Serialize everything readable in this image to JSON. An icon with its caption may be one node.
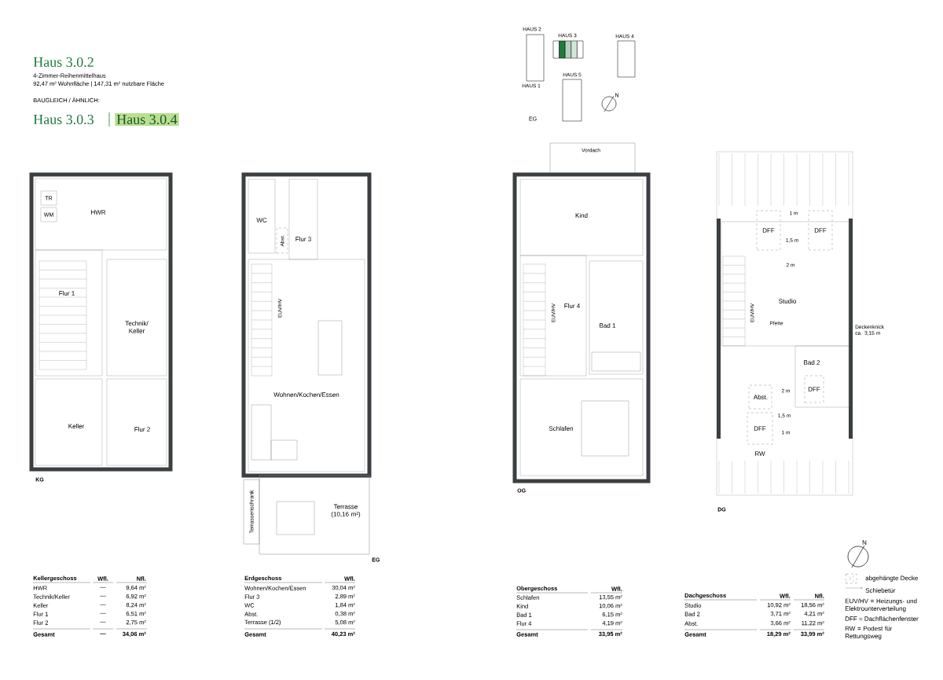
{
  "diagram": {
    "title": "Haus 3.0.2",
    "nodes": [
      {
        "text": [],
        "shape": "box",
        "beside": [
          "KG"
        ]
      },
      {
        "text": [
          "TR"
        ],
        "in": 3
      },
      {
        "text": [
          "WM"
        ],
        "in": 3
      },
      {
        "text": [
          "HWR"
        ],
        "in": 0
      },
      {
        "text": [
          "Flur 1"
        ],
        "in": 0
      },
      {
        "text": [
          "Technik/ Keller"
        ],
        "in": 0
      },
      {
        "text": [
          "Keller"
        ],
        "in": 0
      },
      {
        "text": [
          "Flur 2"
        ],
        "in": 0
      },
      {
        "text": [],
        "shape": "box"
      },
      {
        "text": [
          "WC"
        ],
        "in": 8
      },
      {
        "text": [
          "Abst."
        ],
        "in": 8
      },
      {
        "text": [
          "Flur 3"
        ],
        "in": 8
      },
      {
        "text": [
          "Wohnen/Kochen/Essen"
        ],
        "in": 8
      },
      {
        "text": [
          "Terrasse (10,16 m²)"
        ],
        "beside": [
          "EG"
        ]
      },
      {
        "text": [
          "Terrassenschrank"
        ]
      },
      {
        "text": [
          "Vordach"
        ]
      },
      {
        "text": [],
        "shape": "box",
        "beside": [
          "OG"
        ]
      },
      {
        "text": [
          "Kind"
        ],
        "in": 16
      },
      {
        "text": [
          "Flur 4"
        ],
        "in": 16
      },
      {
        "text": [
          "Bad 1"
        ],
        "in": 16
      },
      {
        "text": [
          "Schlafen"
        ],
        "in": 16
      },
      {
        "text": [],
        "shape": "box",
        "beside": [
          "DG"
        ]
      },
      {
        "text": [
          "DFF"
        ],
        "in": 21
      },
      {
        "text": [
          "DFF"
        ],
        "in": 21
      },
      {
        "text": [
          "Studio"
        ],
        "in": 21
      },
      {
        "text": [
          "Bad 2"
        ],
        "in": 21
      },
      {
        "text": [
          "DFF"
        ],
        "in": 25
      },
      {
        "text": [
          "Abst."
        ],
        "in": 21
      },
      {
        "text": [
          "DFF"
        ],
        "in": 21
      }
    ],
    "labels": [
      "4-Zimmer-Reihenmittelhaus",
      "92,47 m² Wohnfläche | 147,31 m² nutzbare Fläche",
      "BAUGLEICH / ÄHNLICH:",
      "Haus 3.0.3",
      "Haus 3.0.4",
      "HAUS 2",
      "HAUS 3",
      "HAUS 4",
      "HAUS 1",
      "HAUS 5",
      "EG",
      "N",
      "EUV/HV",
      "EUV/HV",
      "EUV/HV",
      "1 m",
      "1,5 m",
      "2 m",
      "Pfette",
      "Deckenknick ca. 3,15 m",
      "2 m",
      "1,5 m",
      "1 m",
      "RW",
      "Kellergeschoss",
      "Wfl.",
      "Nfl.",
      "HWR",
      "—",
      "9,64 m²",
      "Technik/Keller",
      "—",
      "6,92 m²",
      "Keller",
      "—",
      "8,24 m²",
      "Flur 1",
      "—",
      "6,51 m²",
      "Flur 2",
      "—",
      "2,75 m²",
      "Gesamt",
      "—",
      "34,06 m²",
      "Erdgeschoss",
      "Wfl.",
      "Wohnen/Kochen/Essen",
      "30,04 m²",
      "Flur 3",
      "2,89 m²",
      "WC",
      "1,84 m²",
      "Abst.",
      "0,38 m²",
      "Terrasse (1/2)",
      "5,08 m²",
      "Gesamt",
      "40,23 m²",
      "Obergeschoss",
      "Wfl.",
      "Schlafen",
      "13,55 m²",
      "Kind",
      "10,06 m²",
      "Bad 1",
      "6,15 m²",
      "Flur 4",
      "4,19 m²",
      "Gesamt",
      "33,95 m²",
      "Dachgeschoss",
      "Wfl.",
      "Nfl.",
      "Studio",
      "10,92 m²",
      "18,56 m²",
      "Bad 2",
      "3,71 m²",
      "4,21 m²",
      "Abst.",
      "3,66 m²",
      "11,22 m²",
      "Gesamt",
      "18,29 m²",
      "33,99 m²",
      "N",
      "EUV/HV = Heizungs- und Elektrounterverteilung",
      "DFF = Dachflächenfenster",
      "RW = Podest für Rettungsweg"
    ],
    "legend": [
      {
        "text": "abgehängte Decke"
      },
      {
        "text": "Schiebetür"
      }
    ]
  }
}
